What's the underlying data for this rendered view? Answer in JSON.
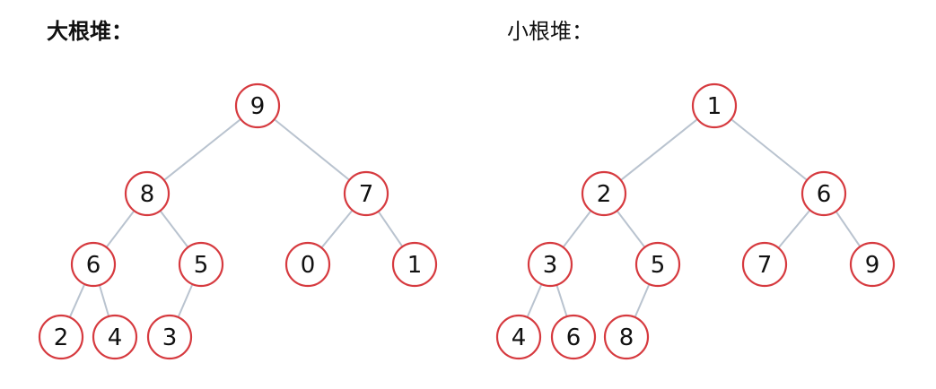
{
  "titles": {
    "left": "大根堆：",
    "right": "小根堆："
  },
  "colors": {
    "node_stroke": "#d63a3f",
    "edge": "#b9c3cf",
    "text": "#111111"
  },
  "heaps": [
    {
      "id": "max-heap",
      "nodes": [
        "9",
        "8",
        "7",
        "6",
        "5",
        "0",
        "1",
        "2",
        "4",
        "3"
      ]
    },
    {
      "id": "min-heap",
      "nodes": [
        "1",
        "2",
        "6",
        "3",
        "5",
        "7",
        "9",
        "4",
        "6",
        "8"
      ]
    }
  ]
}
